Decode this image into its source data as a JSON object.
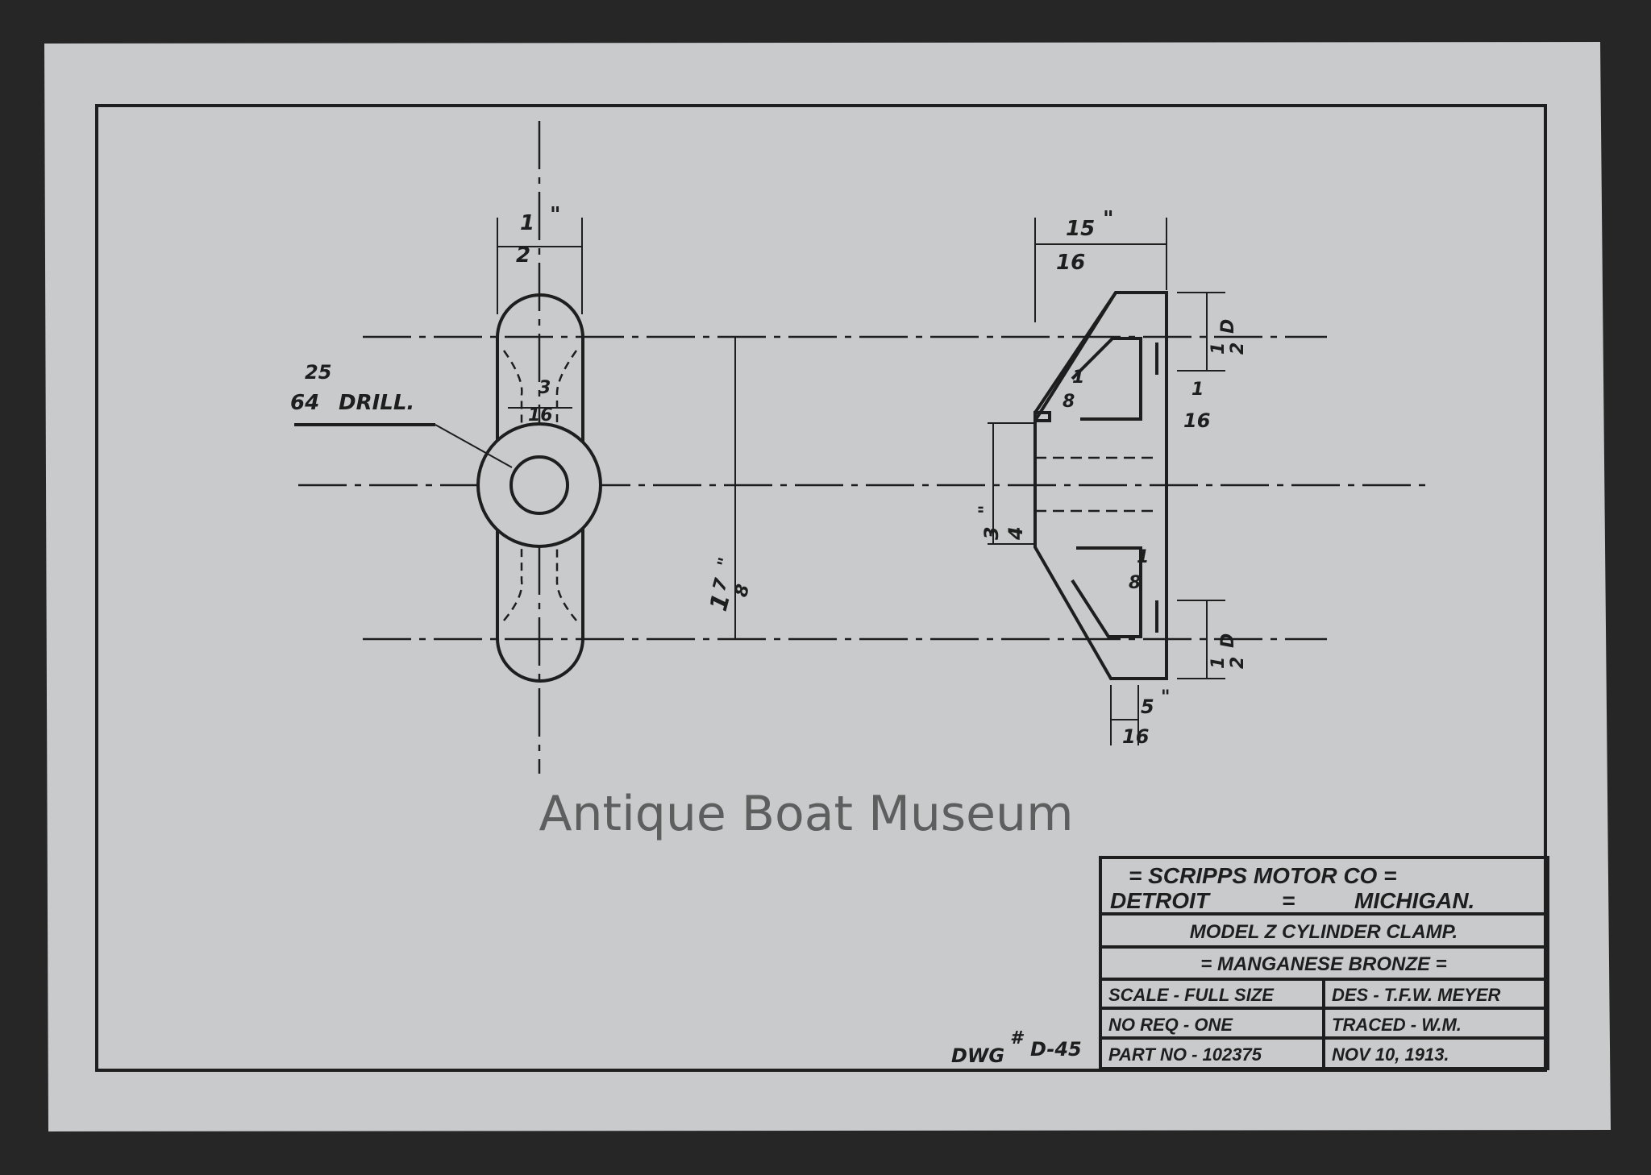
{
  "watermark": "Antique Boat Museum",
  "drawing_number": {
    "prefix": "DWG",
    "mark": "#",
    "number": "D-45"
  },
  "left_view": {
    "width_dim": {
      "num": "1",
      "den": "2",
      "unit": "\""
    },
    "web_dim": {
      "num": "3",
      "den": "16",
      "unit": "\""
    },
    "drill": {
      "num": "25",
      "den": "64",
      "unit": "\"",
      "label": "DRILL."
    },
    "center_dim": {
      "whole": "1",
      "num": "7",
      "den": "8",
      "unit": "\""
    }
  },
  "right_view": {
    "depth_dim": {
      "num": "15",
      "den": "16",
      "unit": "\""
    },
    "top_right_dim": {
      "num": "1",
      "den": "2",
      "suffix": "D",
      "unit": "\""
    },
    "rib_dim_top": {
      "num": "1",
      "den": "8",
      "unit": "\""
    },
    "step_dim": {
      "num": "1",
      "den": "16",
      "unit": "\""
    },
    "gap_dim": {
      "num": "3",
      "den": "4",
      "unit": "\""
    },
    "rib_dim_bottom": {
      "num": "1",
      "den": "8",
      "unit": "\""
    },
    "bottom_right_dim": {
      "num": "1",
      "den": "2",
      "suffix": "D",
      "unit": "\""
    },
    "base_dim": {
      "num": "5",
      "den": "16",
      "unit": "\""
    }
  },
  "title_block": {
    "company": "= SCRIPPS MOTOR CO =",
    "city": "DETROIT",
    "separator": "=",
    "state": "MICHIGAN.",
    "title": "MODEL Z CYLINDER CLAMP.",
    "material": "= MANGANESE BRONZE =",
    "scale": "SCALE - FULL SIZE",
    "designer": "DES - T.F.W. MEYER",
    "quantity": "NO REQ - ONE",
    "traced": "TRACED - W.M.",
    "part_no": "PART NO - 102375",
    "date": "NOV 10, 1913."
  }
}
